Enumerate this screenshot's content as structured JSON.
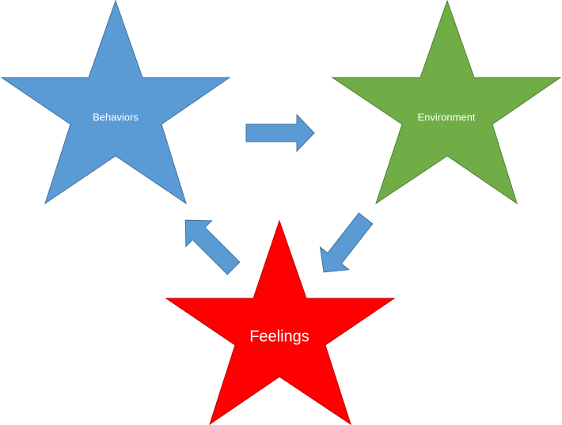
{
  "nodes": {
    "behaviors": {
      "label": "Behaviors",
      "color": "#5B9BD5",
      "stroke": "#41719C"
    },
    "environment": {
      "label": "Environment",
      "color": "#70AD47",
      "stroke": "#507E32"
    },
    "feelings": {
      "label": "Feelings",
      "color": "#FF0000",
      "stroke": "#C00000"
    }
  },
  "arrows": {
    "color": "#5B9BD5",
    "stroke": "#41719C"
  },
  "edges": [
    {
      "from": "Behaviors",
      "to": "Environment"
    },
    {
      "from": "Environment",
      "to": "Feelings"
    },
    {
      "from": "Feelings",
      "to": "Behaviors"
    }
  ]
}
